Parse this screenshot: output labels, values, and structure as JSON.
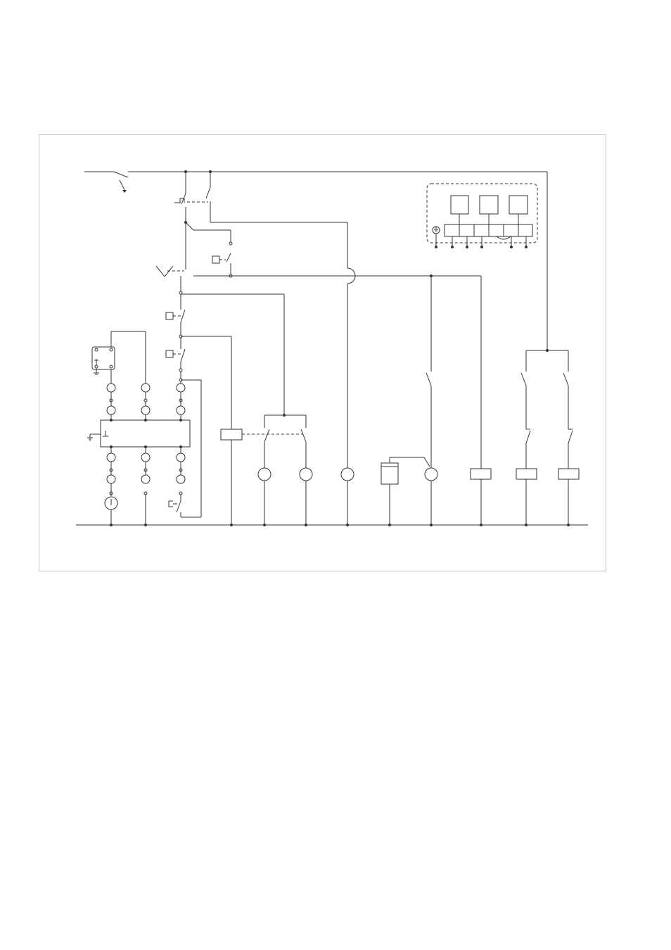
{
  "colors": {
    "frame_border": "#c3d27a",
    "wire": "#333333",
    "background": "#ffffff"
  },
  "icons": [
    "ground-symbol",
    "circuit-breaker",
    "relay-coil",
    "fuse",
    "motor",
    "transformer"
  ]
}
